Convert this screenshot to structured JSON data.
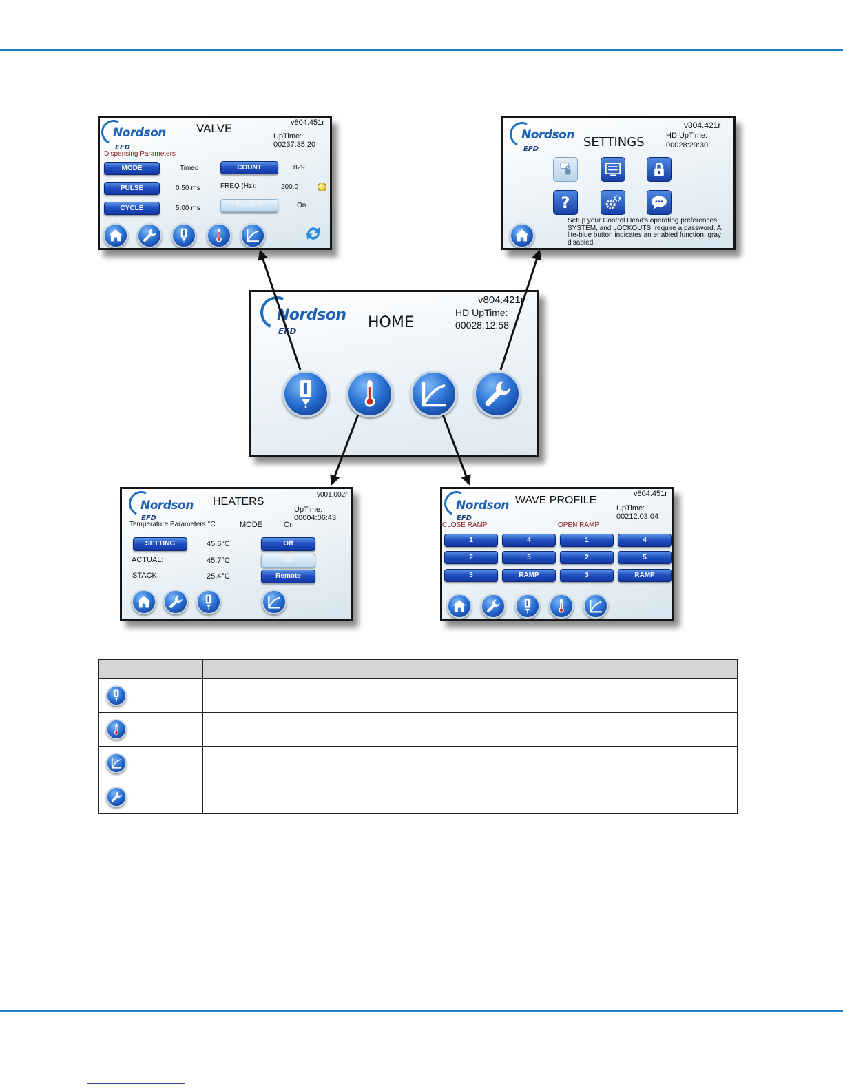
{
  "valve": {
    "version": "v804.451r",
    "title": "VALVE",
    "uptime_label": "UpTime:",
    "uptime": "00237:35:20",
    "logo": "Nordson",
    "logo_sub": "EFD",
    "section": "Dispensing Parameters",
    "mode_button": "MODE",
    "mode_value": "Timed",
    "count_button": "COUNT",
    "count_value": "829",
    "pulse_button": "PULSE",
    "pulse_value": "0.50 ms",
    "freq_label": "FREQ (Hz):",
    "freq_value": "200.0",
    "cycle_button": "CYCLE",
    "cycle_value": "5.00 ms",
    "power_button": "POWER",
    "power_value": "On"
  },
  "settings": {
    "version": "v804.421r",
    "title": "SETTINGS",
    "uptime_label": "HD UpTime:",
    "uptime": "00028:29:30",
    "logo": "Nordson",
    "logo_sub": "EFD",
    "help_text": "Setup your Control Head's operating preferences. SYSTEM, and LOCKOUTS, require a password. A lite-blue button indicates an enabled function, gray disabled."
  },
  "home": {
    "version": "v804.421r",
    "title": "HOME",
    "uptime_label": "HD UpTime:",
    "uptime": "00028:12:58",
    "logo": "Nordson",
    "logo_sub": "EFD"
  },
  "heaters": {
    "version": "v001.002r",
    "title": "HEATERS",
    "uptime_label": "UpTime:",
    "uptime": "00004:06:43",
    "logo": "Nordson",
    "logo_sub": "EFD",
    "section": "Temperature Parameters °C",
    "mode_label": "MODE",
    "mode_value": "On",
    "setting_button": "SETTING",
    "setting_value": "45.6°C",
    "actual_label": "ACTUAL:",
    "actual_value": "45.7°C",
    "stack_label": "STACK:",
    "stack_value": "25.4°C",
    "off_button": "Off",
    "on_button": "On",
    "remote_button": "Remote"
  },
  "wave": {
    "version": "v804.451r",
    "title": "WAVE PROFILE",
    "uptime_label": "UpTime:",
    "uptime": "00212:03:04",
    "logo": "Nordson",
    "logo_sub": "EFD",
    "close_label": "CLOSE RAMP",
    "open_label": "OPEN RAMP",
    "col1": [
      "1",
      "2",
      "3"
    ],
    "col2": [
      "4",
      "5",
      "RAMP"
    ],
    "col3": [
      "1",
      "2",
      "3"
    ],
    "col4": [
      "4",
      "5",
      "RAMP"
    ]
  },
  "icons": {
    "valve": "valve-icon",
    "heater": "thermometer-icon",
    "wave": "wave-profile-icon",
    "settings": "wrench-icon",
    "home": "home-icon",
    "refresh": "refresh-icon"
  },
  "colors": {
    "accent": "#1e7fc4",
    "button": "#2050c2",
    "logo": "#1c5fb3",
    "section_text": "#8b1a1a"
  }
}
